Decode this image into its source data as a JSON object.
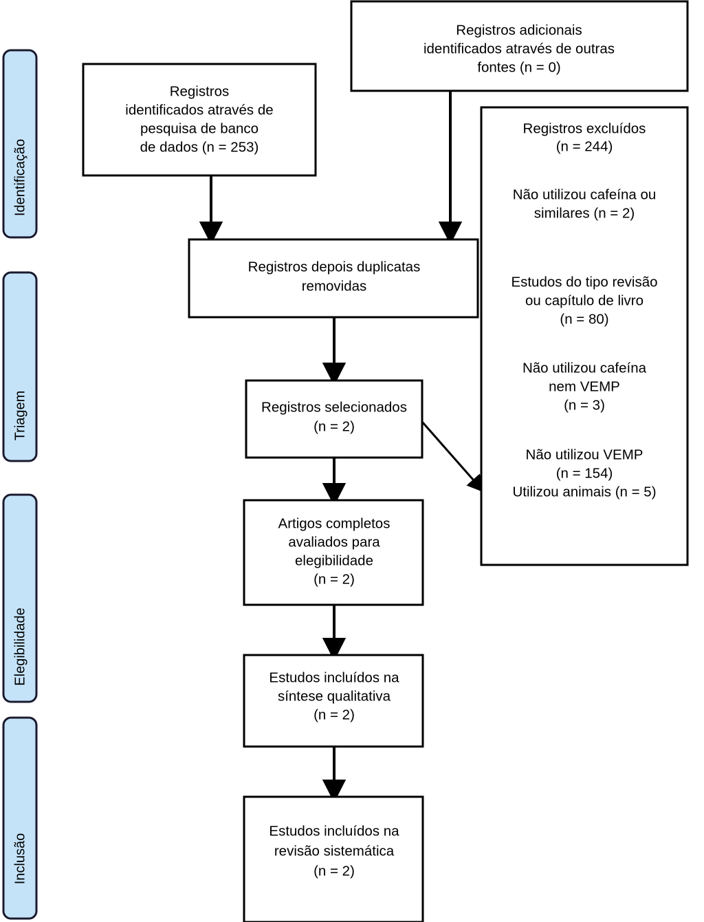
{
  "diagram": {
    "type": "prisma-flow-diagram",
    "language": "pt-BR",
    "colors": {
      "stage_fill": "#c5e3f8",
      "stage_stroke": "#1a1a2e",
      "box_fill": "#ffffff",
      "box_stroke": "#000000",
      "text": "#000000",
      "background": "#ffffff"
    }
  },
  "stages": [
    {
      "id": "identificacao",
      "label": "Identificação"
    },
    {
      "id": "triagem",
      "label": "Triagem"
    },
    {
      "id": "elegibilidade",
      "label": "Elegibilidade"
    },
    {
      "id": "inclusao",
      "label": "Inclusão"
    }
  ],
  "boxes": {
    "database_records": {
      "lines": [
        "Registros",
        "identificados através de",
        "pesquisa de banco",
        "de dados (n = 253)"
      ],
      "n": 253
    },
    "other_sources": {
      "lines": [
        "Registros adicionais",
        "identificados através de outras",
        "fontes (n = 0)"
      ],
      "n": 0
    },
    "after_duplicates": {
      "lines": [
        "Registros depois duplicatas",
        "removidas"
      ]
    },
    "screened_records": {
      "lines": [
        "Registros selecionados",
        "(n = 2)"
      ],
      "n": 2
    },
    "full_text_assessed": {
      "lines": [
        "Artigos completos",
        "avaliados para",
        "elegibilidade",
        "(n = 2)"
      ],
      "n": 2
    },
    "qualitative_synthesis": {
      "lines": [
        "Estudos incluídos na",
        "síntese qualitativa",
        "(n = 2)"
      ],
      "n": 2
    },
    "systematic_review": {
      "lines": [
        "Estudos incluídos na",
        "revisão sistemática",
        "(n = 2)"
      ],
      "n": 2
    },
    "excluded_records": {
      "heading": [
        "Registros excluídos",
        "(n = 244)"
      ],
      "n_total": 244,
      "reasons": [
        {
          "lines": [
            "Não utilizou cafeína ou",
            "similares (n = 2)"
          ],
          "n": 2
        },
        {
          "lines": [
            "Estudos do tipo revisão",
            "ou capítulo de livro",
            "(n = 80)"
          ],
          "n": 80
        },
        {
          "lines": [
            "Não utilizou cafeína",
            "nem VEMP",
            "(n = 3)"
          ],
          "n": 3
        },
        {
          "lines": [
            "Não utilizou VEMP",
            "(n = 154)"
          ],
          "n": 154
        },
        {
          "lines": [
            "Utilizou animais (n = 5)"
          ],
          "n": 5
        }
      ]
    }
  }
}
